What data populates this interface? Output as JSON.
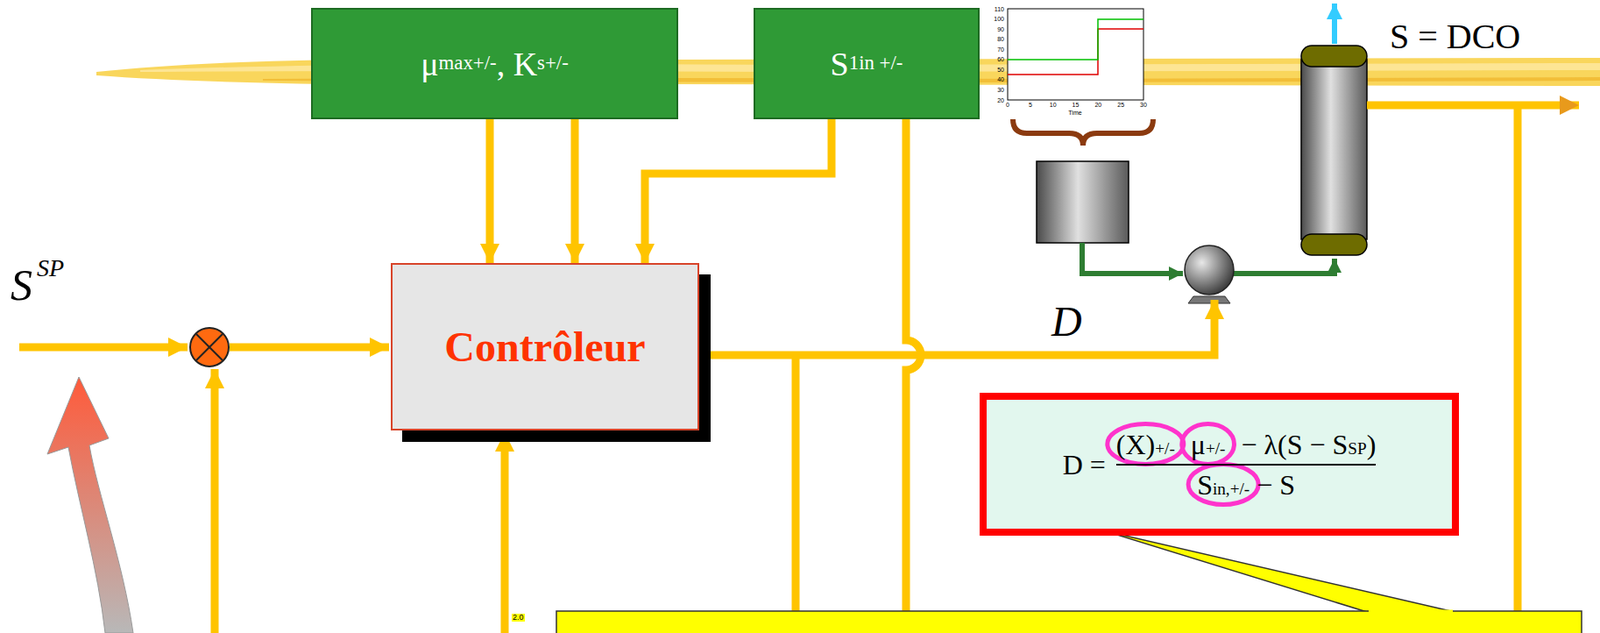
{
  "diagram": {
    "nodes": [
      {
        "text": [
          "μ",
          "max",
          "+/-",
          ", K",
          "s",
          "+/-"
        ]
      },
      {
        "text": [
          "S",
          "1",
          "in +/-"
        ]
      },
      {
        "text": [
          "Contrôleur"
        ]
      },
      {
        "text": [
          "D =",
          "(X)",
          "+/-",
          "μ",
          "+/-",
          "− λ(S − S",
          "SP",
          ")",
          "S",
          "in,+/-",
          "− S"
        ]
      }
    ],
    "edges": [
      {
        "from": 0,
        "to": 2,
        "arrow": "to"
      },
      {
        "from": 0,
        "to": 2,
        "arrow": "to"
      },
      {
        "from": 1,
        "to": 2,
        "arrow": "to"
      }
    ],
    "labels": [
      "S",
      "SP",
      "D",
      "S = DCO",
      "2.0",
      "110",
      "100",
      "90",
      "80",
      "70",
      "60",
      "50",
      "40",
      "30",
      "20",
      "0",
      "5",
      "10",
      "15",
      "20",
      "25",
      "30",
      "Time"
    ]
  }
}
